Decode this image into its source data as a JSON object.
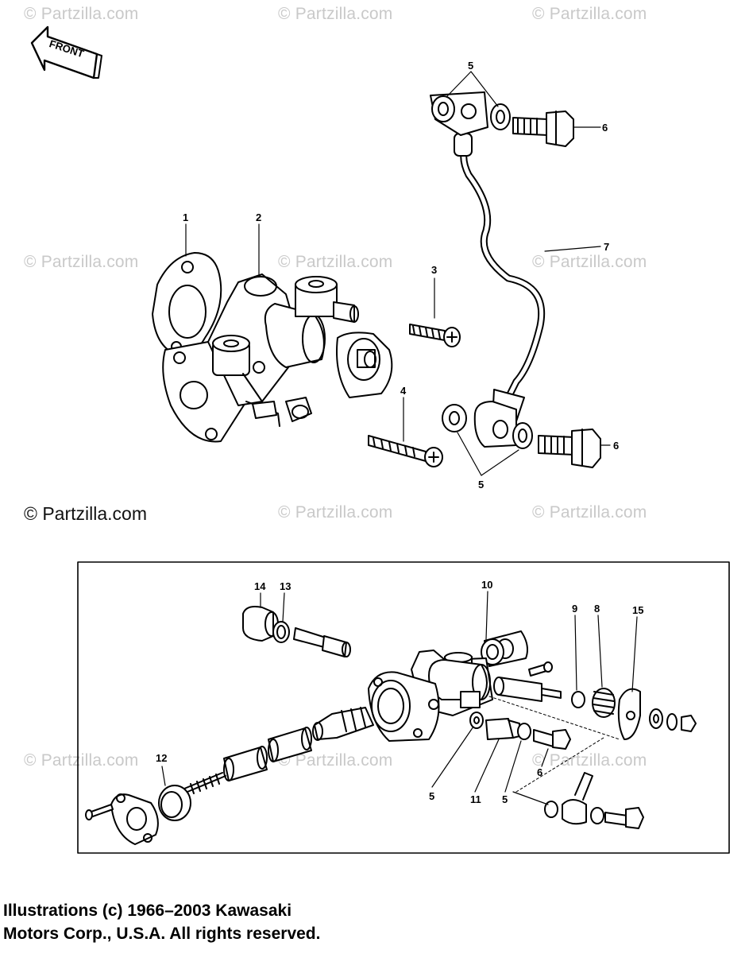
{
  "watermarks": {
    "w1": "© Partzilla.com",
    "w2": "© Partzilla.com",
    "w3": "© Partzilla.com",
    "w4": "© Partzilla.com",
    "w5": "© Partzilla.com",
    "w6": "© Partzilla.com",
    "w7": "© Partzilla.com",
    "w8": "© Partzilla.com",
    "w9": "© Partzilla.com",
    "w10": "© Partzilla.com",
    "w11": "© Partzilla.com",
    "w12": "© Partzilla.com"
  },
  "front_label": "FRONT",
  "callouts": {
    "c1": "1",
    "c2": "2",
    "c3": "3",
    "c4": "4",
    "c5a": "5",
    "c5b": "5",
    "c6a": "6",
    "c6b": "6",
    "c7": "7",
    "c14": "14",
    "c13": "13",
    "c10": "10",
    "c9": "9",
    "c8": "8",
    "c15": "15",
    "c12": "12",
    "c5c": "5",
    "c11": "11",
    "c5d": "5",
    "c6c": "6"
  },
  "caption": {
    "line1": "Illustrations (c) 1966–2003 Kawasaki",
    "line2": "Motors Corp., U.S.A.  All rights reserved."
  }
}
